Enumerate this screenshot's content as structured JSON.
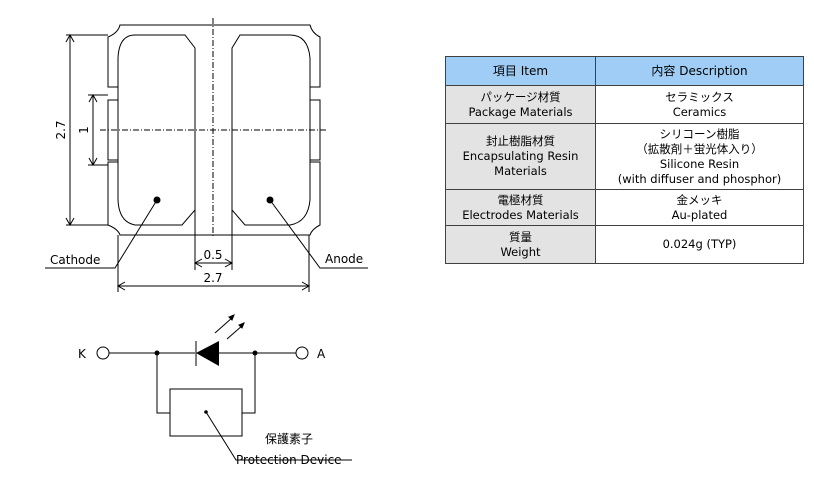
{
  "package_drawing": {
    "dim_height_total": "2.7",
    "dim_side_pad": "1",
    "dim_gap": "0.5",
    "dim_width_total": "2.7",
    "label_cathode": "Cathode",
    "label_anode": "Anode"
  },
  "circuit": {
    "terminal_k": "K",
    "terminal_a": "A",
    "protection_label_jp": "保護素子",
    "protection_label_en": "Protection Device"
  },
  "spec_table": {
    "headers": [
      "項目 Item",
      "内容 Description"
    ],
    "rows": [
      {
        "item": [
          "パッケージ材質",
          "Package Materials"
        ],
        "desc": [
          "セラミックス",
          "Ceramics"
        ]
      },
      {
        "item": [
          "封止樹脂材質",
          "Encapsulating Resin",
          "Materials"
        ],
        "desc": [
          "シリコーン樹脂",
          "（拡散剤＋蛍光体入り）",
          "Silicone Resin",
          "(with diffuser and phosphor)"
        ]
      },
      {
        "item": [
          "電極材質",
          "Electrodes Materials"
        ],
        "desc": [
          "金メッキ",
          "Au-plated"
        ]
      },
      {
        "item": [
          "質量",
          "Weight"
        ],
        "desc": [
          "0.024g (TYP)"
        ]
      }
    ]
  },
  "colors": {
    "header_bg": "#9fcdf5",
    "item_bg": "#e3e3e3"
  }
}
